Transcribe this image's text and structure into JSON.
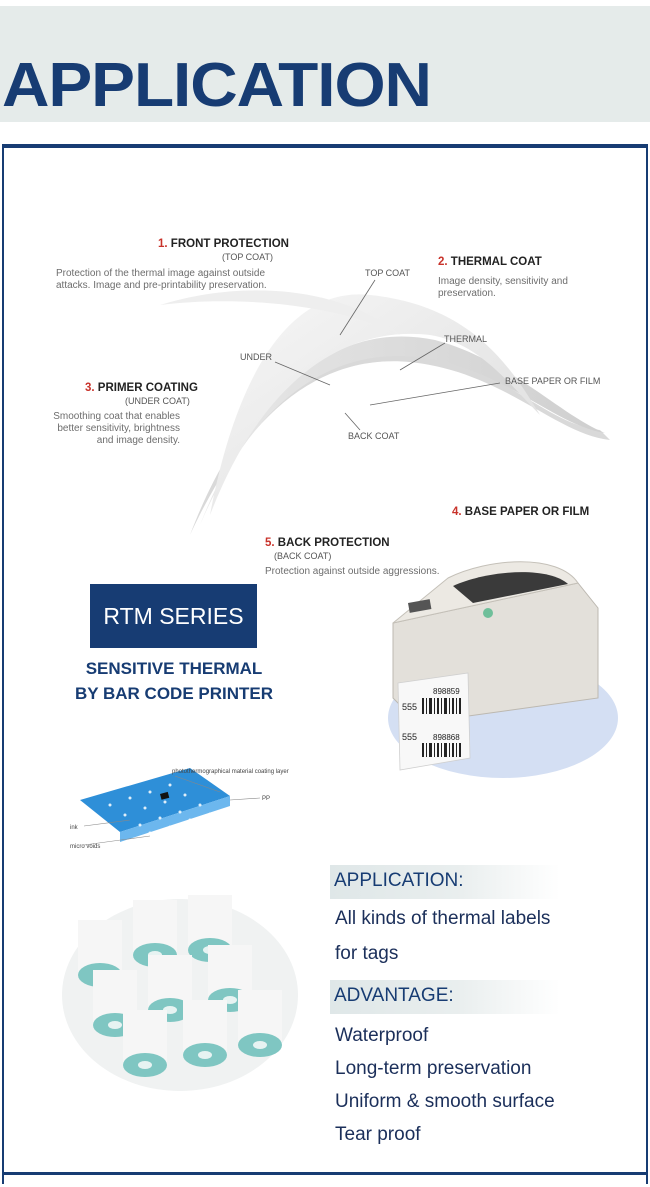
{
  "header": {
    "title": "APPLICATION"
  },
  "diagram": {
    "front": {
      "num": "1.",
      "title": "FRONT PROTECTION",
      "sub": "(TOP COAT)",
      "desc": "Protection of the thermal image against outside attacks. Image and pre-printability preservation."
    },
    "thermal": {
      "num": "2.",
      "title": "THERMAL COAT",
      "desc": "Image density, sensitivity and preservation."
    },
    "primer": {
      "num": "3.",
      "title": "PRIMER COATING",
      "sub": "(UNDER COAT)",
      "desc": "Smoothing coat that enables better sensitivity, brightness and image density."
    },
    "base": {
      "num": "4.",
      "title": "BASE PAPER OR FILM"
    },
    "back": {
      "num": "5.",
      "title": "BACK PROTECTION",
      "sub": "(BACK COAT)",
      "desc": "Protection against outside aggressions."
    },
    "layer_labels": {
      "top_coat": "TOP COAT",
      "thermal": "THERMAL",
      "under": "UNDER",
      "base_paper": "BASE PAPER OR FILM",
      "back_coat": "BACK COAT"
    }
  },
  "rtm": {
    "title": "RTM SERIES",
    "line1": "SENSITIVE THERMAL",
    "line2": "BY BAR CODE PRINTER"
  },
  "printer_label": {
    "num1": "555",
    "code1": "898859",
    "num2": "555",
    "code2": "898868"
  },
  "layer_diagram": {
    "top": "photothermographical material coating layer",
    "pp": "PP",
    "ink": "ink",
    "voids": "micro voids"
  },
  "application": {
    "heading": "APPLICATION:",
    "lines": [
      "All kinds of thermal labels",
      "for tags"
    ]
  },
  "advantage": {
    "heading": "ADVANTAGE:",
    "items": [
      "Waterproof",
      "Long-term preservation",
      "Uniform & smooth surface",
      "Tear proof"
    ]
  },
  "colors": {
    "brand": "#173c73",
    "accent": "#c8322a",
    "header_bg": "#e5ebea"
  }
}
